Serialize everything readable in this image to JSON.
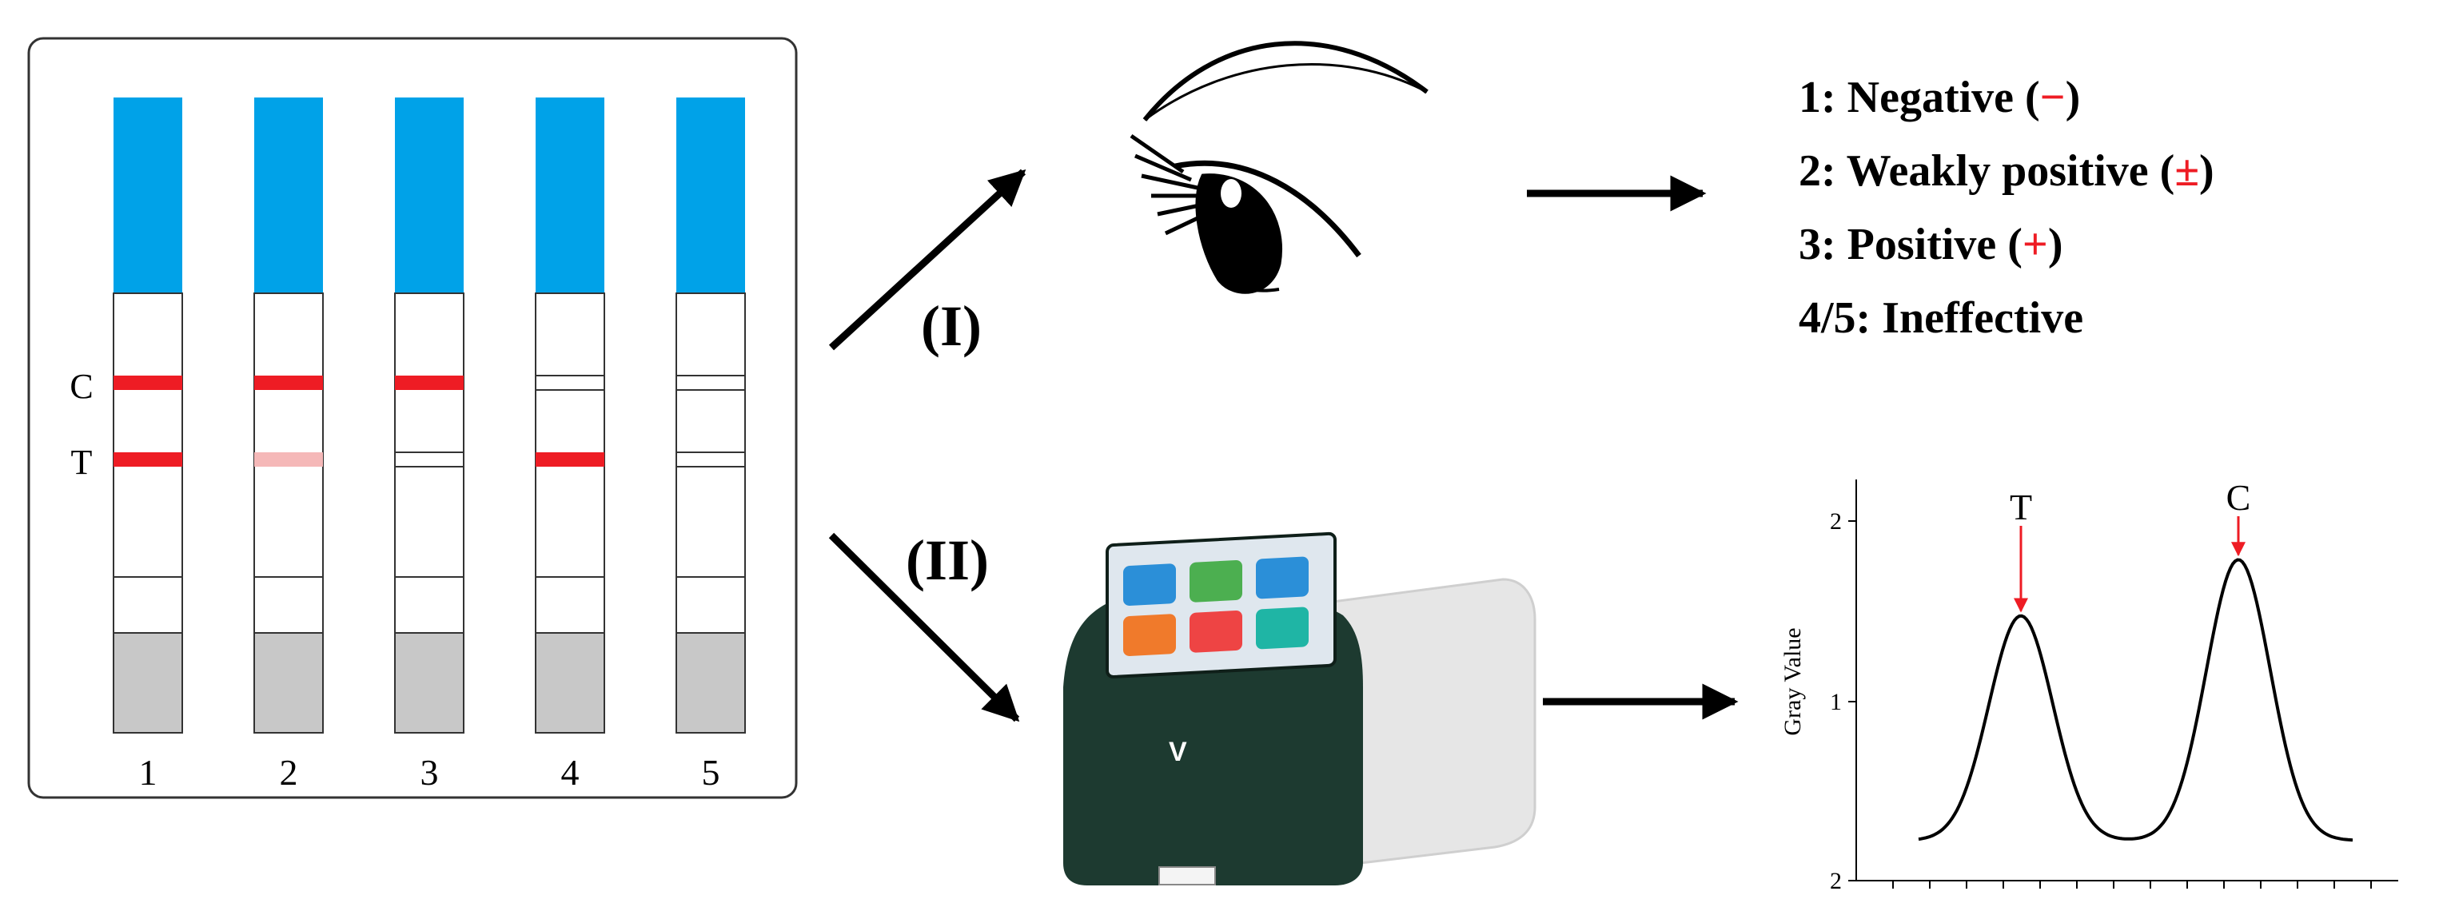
{
  "strips": {
    "numbers": [
      "1",
      "2",
      "3",
      "4",
      "5"
    ],
    "c_label": "C",
    "t_label": "T",
    "c_line_state": [
      "red",
      "red",
      "red",
      "empty",
      "empty"
    ],
    "t_line_state": [
      "red",
      "faint",
      "empty",
      "red",
      "empty"
    ]
  },
  "paths": {
    "visual_label": "(I)",
    "instrument_label": "(II)"
  },
  "results": [
    {
      "prefix": "1: Negative (",
      "sign": "−",
      "suffix": ")"
    },
    {
      "prefix": "2: Weakly positive (",
      "sign": "±",
      "suffix": ")"
    },
    {
      "prefix": "3: Positive (",
      "sign": "+",
      "suffix": ")"
    },
    {
      "prefix": "4/5: Ineffective",
      "sign": "",
      "suffix": ""
    }
  ],
  "device": {
    "brand": "V"
  },
  "chart_data": {
    "type": "line",
    "ylabel": "Gray Value",
    "yticks": [
      "2",
      "1",
      "2"
    ],
    "peaks": [
      {
        "label": "T",
        "height": 0.66
      },
      {
        "label": "C",
        "height": 0.8
      }
    ],
    "baseline": 0.1
  },
  "colors": {
    "strip_top": "#00a2e8",
    "strip_bottom": "#c8c8c8",
    "line_red": "#ee1c24",
    "line_faint": "#f5b8b8",
    "sign_red": "#ee1c24",
    "device_body": "#1d3a30",
    "device_shell": "#e9e9e9",
    "arrow_red": "#ee1c24"
  }
}
